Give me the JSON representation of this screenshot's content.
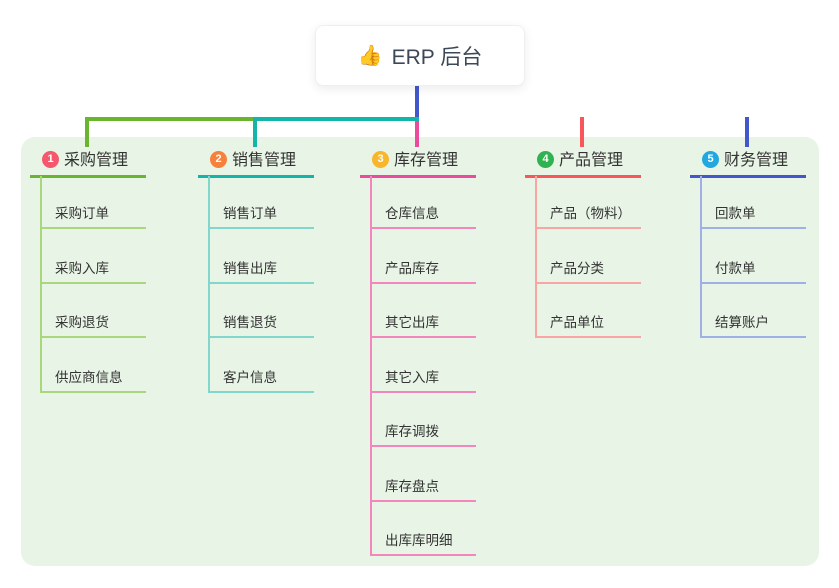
{
  "root": {
    "icon": "👍",
    "icon_name": "thumbs-up-icon",
    "title": "ERP 后台"
  },
  "connector_color": "#4257cb",
  "canvas": {
    "background": "#ffffff",
    "panel": "#e8f5e6"
  },
  "branches": [
    {
      "number": "1",
      "label": "采购管理",
      "colors": {
        "badge": "#f5576c",
        "line": "#6ab52e",
        "subline": "#a9d77c"
      },
      "items": [
        "采购订单",
        "采购入库",
        "采购退货",
        "供应商信息"
      ]
    },
    {
      "number": "2",
      "label": "销售管理",
      "colors": {
        "badge": "#f5813c",
        "line": "#13b5a9",
        "subline": "#82d7cc"
      },
      "items": [
        "销售订单",
        "销售出库",
        "销售退货",
        "客户信息"
      ]
    },
    {
      "number": "3",
      "label": "库存管理",
      "colors": {
        "badge": "#f8b62d",
        "line": "#ea4b9d",
        "subline": "#f287be"
      },
      "items": [
        "仓库信息",
        "产品库存",
        "其它出库",
        "其它入库",
        "库存调拨",
        "库存盘点",
        "出库库明细"
      ]
    },
    {
      "number": "4",
      "label": "产品管理",
      "colors": {
        "badge": "#2fb350",
        "line": "#f85658",
        "subline": "#fba4a4"
      },
      "items": [
        "产品（物料）",
        "产品分类",
        "产品单位"
      ]
    },
    {
      "number": "5",
      "label": "财务管理",
      "colors": {
        "badge": "#22a7e0",
        "line": "#4257cb",
        "subline": "#9fb0e6"
      },
      "items": [
        "回款单",
        "付款单",
        "结算账户"
      ]
    }
  ]
}
